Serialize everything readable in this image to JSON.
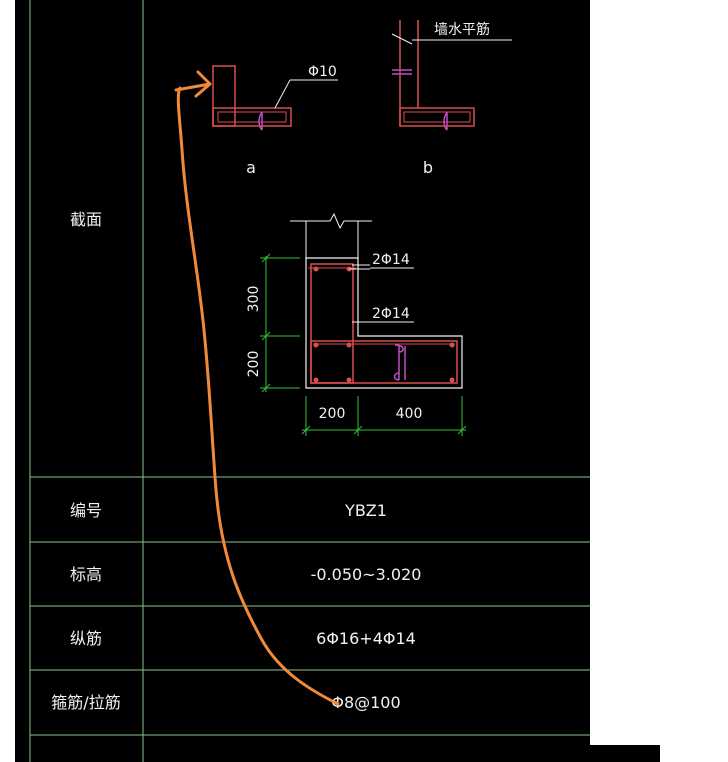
{
  "colors": {
    "background": "#000000",
    "grid_line": "#8fbf8f",
    "section_outline": "#d84f4f",
    "stirrup": "#c04fc0",
    "dimension": "#35c035",
    "text": "#f2f2f2",
    "annotation_stroke": "#f08a3a"
  },
  "table": {
    "rows": [
      {
        "label": "截面",
        "value": ""
      },
      {
        "label": "编号",
        "value": "YBZ1"
      },
      {
        "label": "标高",
        "value": "-0.050~3.020"
      },
      {
        "label": "纵筋",
        "value": "6Φ16+4Φ14"
      },
      {
        "label": "箍筋/拉筋",
        "value": "Φ8@100"
      }
    ]
  },
  "details": {
    "a": {
      "caption": "a",
      "bar_label": "Φ10"
    },
    "b": {
      "caption": "b",
      "bar_label": "墙水平筋"
    }
  },
  "main_section": {
    "top_bar_label": "2Φ14",
    "mid_bar_label": "2Φ14",
    "dim_left_upper": "300",
    "dim_left_lower": "200",
    "dim_bottom_left": "200",
    "dim_bottom_right": "400"
  },
  "annotation": {
    "icon": "hand-drawn-arrow-icon"
  }
}
